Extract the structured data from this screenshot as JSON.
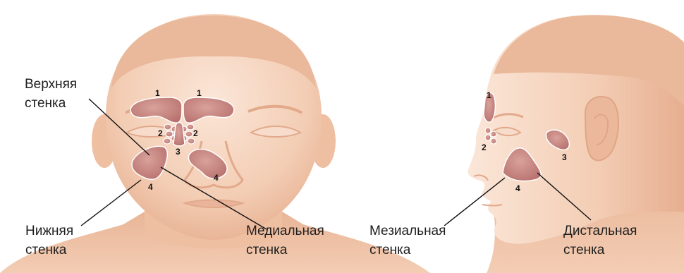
{
  "colors": {
    "skin": "#f3cdb4",
    "skin_shadow": "#e7ae90",
    "skin_light": "#fbe6d8",
    "sinus": "#c88a86",
    "sinus_edge": "#ffffff",
    "text": "#1e1e1e",
    "line": "#111111"
  },
  "front_view": {
    "labels": {
      "superior_wall": [
        "Верхняя",
        "стенка"
      ],
      "inferior_wall": [
        "Нижняя",
        "стенка"
      ],
      "medial_wall": [
        "Медиальная",
        "стенка"
      ]
    },
    "sinus_numbers": {
      "frontal_left": "1",
      "frontal_right": "1",
      "ethmoid_left": "2",
      "ethmoid_right": "2",
      "sphenoid": "3",
      "maxillary_left": "4",
      "maxillary_right": "4"
    }
  },
  "side_view": {
    "labels": {
      "mesial_wall": [
        "Мезиальная",
        "стенка"
      ],
      "distal_wall": [
        "Дистальная",
        "стенка"
      ]
    },
    "sinus_numbers": {
      "frontal": "1",
      "ethmoid": "2",
      "sphenoid": "3",
      "maxillary": "4"
    }
  }
}
